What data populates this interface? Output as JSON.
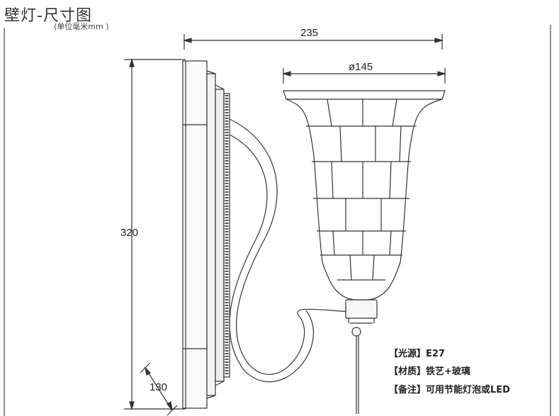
{
  "header": {
    "title": "壁灯-尺寸图",
    "unit_note": "(单位毫米mm )"
  },
  "dimensions": {
    "width": "235",
    "shade_diameter": "ø145",
    "height": "320",
    "depth": "130"
  },
  "specs": [
    "【光源】E27",
    "【材质】铁艺+玻璃",
    "【备注】可用节能灯泡或LED"
  ]
}
